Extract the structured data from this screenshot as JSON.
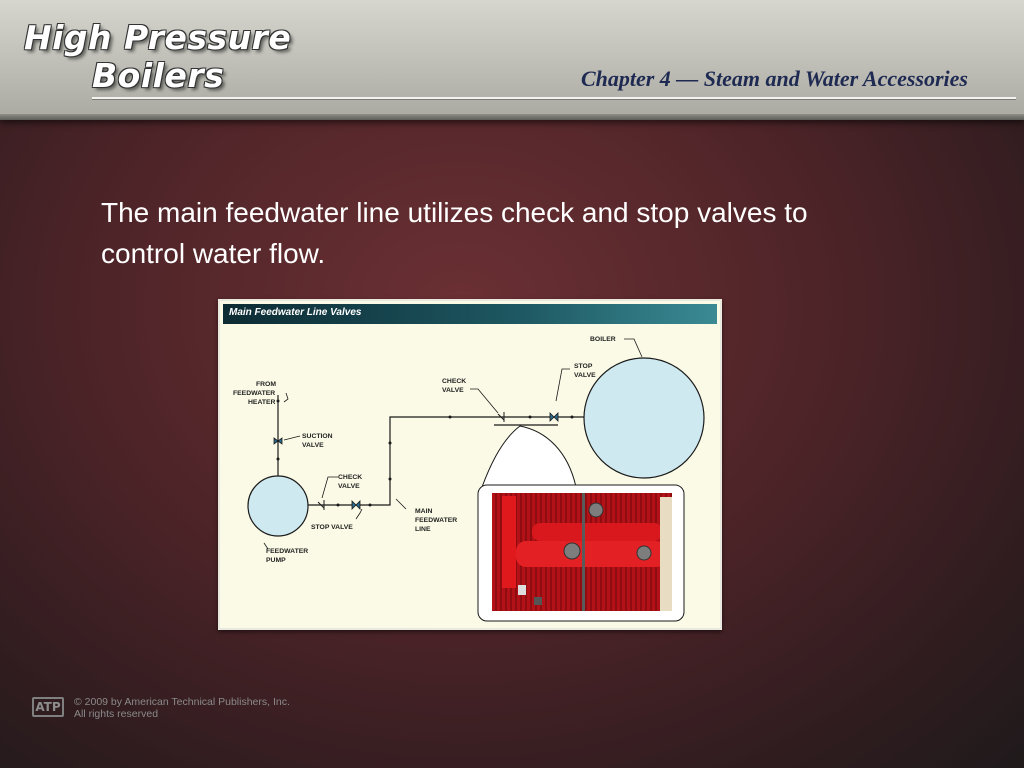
{
  "header": {
    "logo_line1": "High Pressure",
    "logo_line2": "Boilers",
    "chapter_title": "Chapter 4 — Steam and Water Accessories"
  },
  "slide": {
    "body_text": "The main feedwater line utilizes check and stop valves to control water flow."
  },
  "figure": {
    "title": "Main Feedwater Line Valves",
    "labels": {
      "boiler": "BOILER",
      "stop_valve_top_1": "STOP",
      "stop_valve_top_2": "VALVE",
      "check_valve_top_1": "CHECK",
      "check_valve_top_2": "VALVE",
      "from_heater_1": "FROM",
      "from_heater_2": "FEEDWATER",
      "from_heater_3": "HEATER",
      "suction_valve_1": "SUCTION",
      "suction_valve_2": "VALVE",
      "check_valve_low_1": "CHECK",
      "check_valve_low_2": "VALVE",
      "stop_valve_low": "STOP VALVE",
      "main_line_1": "MAIN",
      "main_line_2": "FEEDWATER",
      "main_line_3": "LINE",
      "pump_1": "FEEDWATER",
      "pump_2": "PUMP"
    },
    "colors": {
      "vessel_fill": "#cfe9f0",
      "pipe": "#1a1a1a",
      "valve": "#2b6c8c",
      "photo_red": "#d0131a"
    }
  },
  "footer": {
    "logo_text": "ATP",
    "copyright": "© 2009 by American Technical Publishers, Inc.",
    "rights": "All rights reserved"
  }
}
